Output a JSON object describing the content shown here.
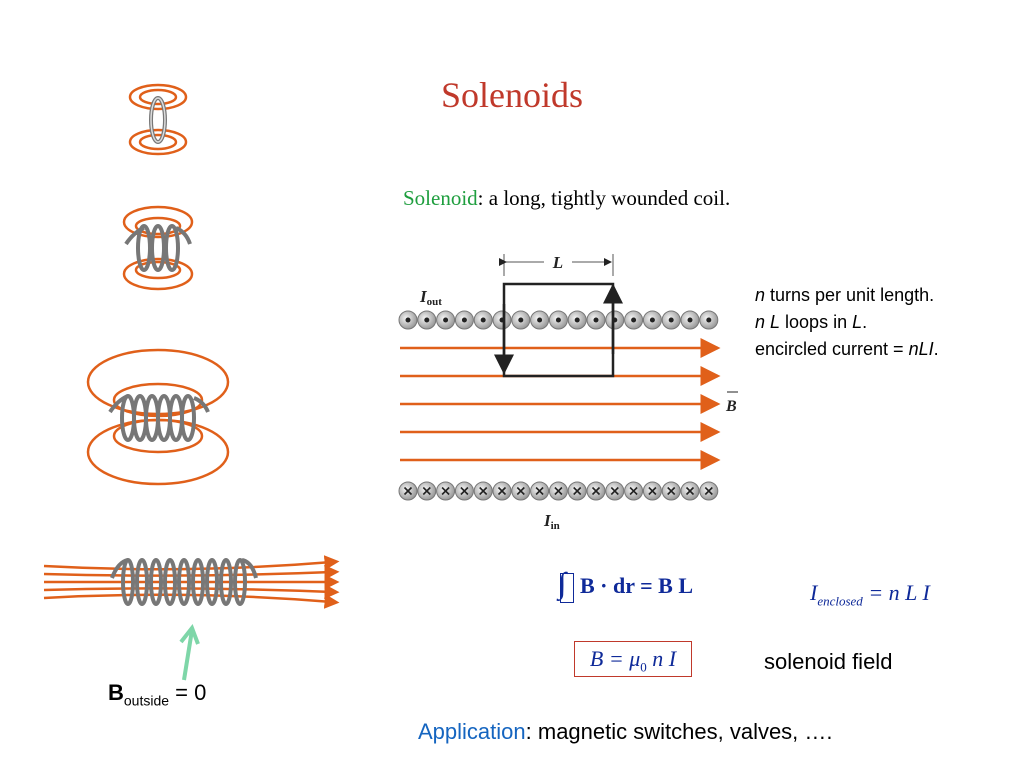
{
  "title": "Solenoids",
  "definition": {
    "term": "Solenoid",
    "text": ":  a long, tightly wounded coil."
  },
  "figure": {
    "label_L": "L",
    "label_I_out": "I",
    "label_I_out_sub": "out",
    "label_I_in": "I",
    "label_I_in_sub": "in",
    "label_B": "B"
  },
  "notes": {
    "line1_var": "n",
    "line1_text": " turns per unit length.",
    "line2_var1": "n L",
    "line2_text": " loops in ",
    "line2_var2": "L",
    "line2_end": ".",
    "line3_text": "encircled current = ",
    "line3_var": "nLI",
    "line3_end": "."
  },
  "equations": {
    "ampere_lhs": "B · dr = B L",
    "enclosed_lhs": "I",
    "enclosed_sub": "enclosed",
    "enclosed_rhs": " = n L I",
    "field": "B = μ",
    "field_sub": "0",
    "field_rhs": " n I"
  },
  "solenoid_field_label": "solenoid field",
  "b_outside": {
    "base": "B",
    "sub": "outside",
    "rest": " = 0"
  },
  "application": {
    "term": "Application",
    "text": ":  magnetic switches, valves, …."
  },
  "colors": {
    "title": "#c0392b",
    "term_green": "#1e9e3e",
    "term_blue": "#1565c0",
    "field_lines": "#e0601a",
    "equation_blue": "#0f2a99",
    "arrow_green": "#7ed6a8"
  }
}
